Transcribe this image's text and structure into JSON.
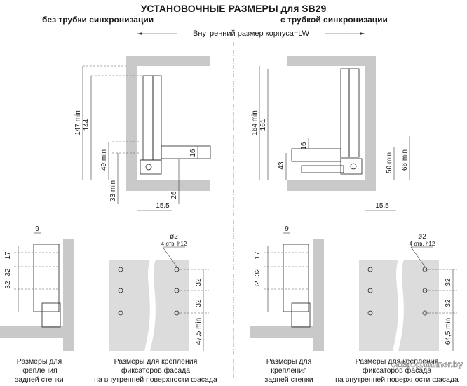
{
  "title": "УСТАНОВОЧНЫЕ РАЗМЕРЫ для SB29",
  "left_heading": "без трубки синхронизации",
  "right_heading": "с трубкой синхронизации",
  "inner_width_label": "Внутренний размер корпуса=LW",
  "left_dims": {
    "d147": "147 min",
    "d144": "144",
    "d49": "49 min",
    "d33": "33 min",
    "d16": "16",
    "d26": "26",
    "d155": "15,5"
  },
  "right_dims": {
    "d164": "164 min",
    "d161": "161",
    "d43": "43",
    "d16": "16",
    "d50": "50 min",
    "d66": "66 min",
    "d155": "15,5"
  },
  "back_dims": {
    "d9": "9",
    "d17": "17",
    "d32a": "32",
    "d32b": "32"
  },
  "front_dims": {
    "phi": "ø2",
    "holes": "4 отв. h12",
    "d32a": "32",
    "d32b": "32",
    "d475": "47,5 min",
    "d645": "64,5 min"
  },
  "captions": {
    "back_l1": "Размеры для",
    "back_l2": "крепления",
    "back_l3": "задней стенки",
    "front_l1": "Размеры для крепления",
    "front_l2": "фиксаторов фасада",
    "front_l3": "на внутренней поверхности фасада"
  },
  "watermark": "catalog.onliner.by"
}
